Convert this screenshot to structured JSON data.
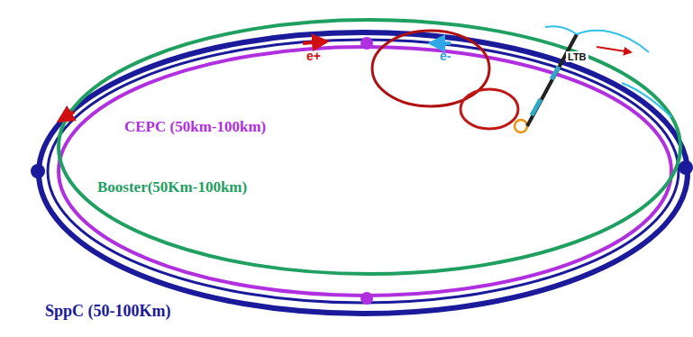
{
  "diagram": {
    "labels": [
      "e+",
      "e-",
      "LTB",
      "CEPC (50km-100km)",
      "Booster(50Km-100km)",
      "SppC (50-100Km)"
    ]
  }
}
